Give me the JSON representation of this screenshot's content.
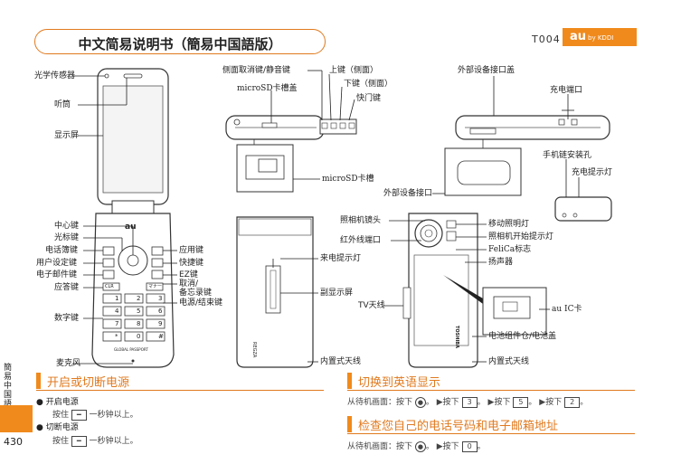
{
  "header": {
    "title": "中文简易说明书（簡易中国語版）",
    "page_code": "T004",
    "brand": "au",
    "brand_sub": "by KDDI"
  },
  "side": {
    "tab_text": "簡易中国語",
    "page_number": "430"
  },
  "phone_labels": {
    "light_sensor": "光学传感器",
    "earpiece": "听筒",
    "display": "显示屏",
    "center_key": "中心键",
    "cursor_key": "光标键",
    "phonebook_key": "电话簿键",
    "user_setting_key": "用户设定键",
    "email_key": "电子邮件键",
    "answer_key": "应答键",
    "number_keys": "数字键",
    "microphone": "麦克风",
    "app_key": "应用键",
    "shortcut_key": "快捷键",
    "ez_key": "EZ键",
    "cancel_memo_key_1": "取消/",
    "cancel_memo_key_2": "备忘录键",
    "power_end_key": "电源/结束键",
    "side_cancel_manner_key": "侧面取消键/静音键",
    "up_key_side": "上键（侧面）",
    "down_key_side": "下键（侧面）",
    "microsd_slot_cover": "microSD卡槽盖",
    "shutter_key": "快门键",
    "microsd_slot": "microSD卡槽",
    "external_connector_cover": "外部设备接口盖",
    "charging_terminal": "充电端口",
    "strap_hole": "手机链安装孔",
    "charging_indicator": "充电提示灯",
    "external_connector": "外部设备接口",
    "camera_lens": "照相机镜头",
    "infrared_port": "红外线端口",
    "incoming_light": "来电提示灯",
    "sub_display": "副显示屏",
    "tv_antenna": "TV天线",
    "built_in_antenna": "内置式天线",
    "mobile_light": "移动照明灯",
    "camera_start_indicator": "照相机开始提示灯",
    "felica_mark": "FeliCa标志",
    "speaker": "扬声器",
    "au_ic_card": "au IC卡",
    "battery_cover": "电池组件仓/电池盖",
    "built_in_antenna_2": "内置式天线",
    "phone_brand_mark": "au",
    "global_passport": "GLOBAL PASSPORT",
    "regza": "REGZA",
    "toshiba": "TOSHIBA",
    "subkey_left": "CLR",
    "subkey_right": "マナー",
    "keypad": [
      "1",
      "2",
      "3",
      "4",
      "5",
      "6",
      "7",
      "8",
      "9",
      "*",
      "0",
      "#"
    ]
  },
  "sections": {
    "power": {
      "title": "开启或切断电源",
      "item1_title": "开启电源",
      "item1_body": "按住",
      "item1_tail": "一秒钟以上。",
      "item2_title": "切断电源",
      "item2_body": "按住",
      "item2_tail": "一秒钟以上。"
    },
    "english": {
      "title": "切换到英语显示",
      "text_prefix": "从待机画面：按下",
      "steps": [
        "▶按下",
        "3",
        "▶按下",
        "5",
        "▶按下",
        "2"
      ]
    },
    "check_number": {
      "title": "检查您自己的电话号码和电子邮箱地址",
      "text_prefix": "从待机画面：按下",
      "steps": [
        "▶按下",
        "0"
      ]
    }
  },
  "colors": {
    "accent": "#f08a1c",
    "accent_dark": "#e07a1f"
  }
}
